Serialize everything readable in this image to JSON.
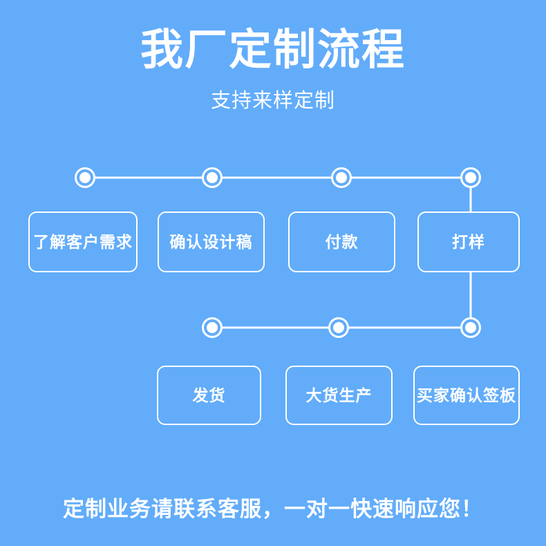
{
  "theme": {
    "background_color": "#62acfa",
    "line_color": "#ffffff",
    "text_color": "#ffffff"
  },
  "header": {
    "title": "我厂定制流程",
    "subtitle": "支持来样定制"
  },
  "flow": {
    "row1": [
      {
        "label": "了解客户需求",
        "step": 1
      },
      {
        "label": "确认设计稿",
        "step": 2
      },
      {
        "label": "付款",
        "step": 3
      },
      {
        "label": "打样",
        "step": 4
      }
    ],
    "row2": [
      {
        "label": "发货",
        "step": 7
      },
      {
        "label": "大货生产",
        "step": 6
      },
      {
        "label": "买家确认签板",
        "step": 5
      }
    ]
  },
  "footer": {
    "text": "定制业务请联系客服，一对一快速响应您！"
  }
}
